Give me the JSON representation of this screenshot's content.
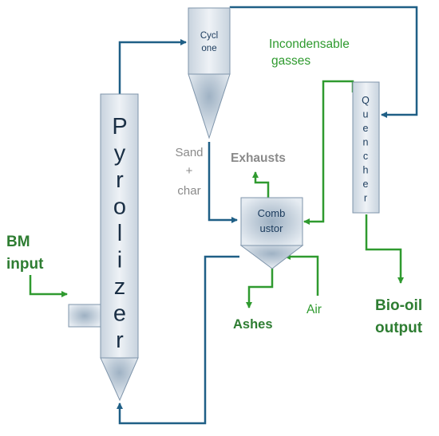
{
  "diagram": {
    "units": {
      "pyrolizer": {
        "label_letters": [
          "P",
          "y",
          "r",
          "o",
          "l",
          "i",
          "z",
          "e",
          "r"
        ]
      },
      "cyclone": {
        "label_lines": [
          "Cycl",
          "one"
        ]
      },
      "quencher": {
        "label_letters": [
          "Q",
          "u",
          "e",
          "n",
          "c",
          "h",
          "e",
          "r"
        ]
      },
      "combustor": {
        "label_lines": [
          "Comb",
          "ustor"
        ]
      }
    },
    "streams": {
      "bm_input": [
        "BM",
        "input"
      ],
      "sand_char": [
        "Sand",
        "+",
        "char"
      ],
      "exhausts": "Exhausts",
      "incondensable_gasses": [
        "Incondensable",
        "gasses"
      ],
      "air": "Air",
      "ashes": "Ashes",
      "bio_oil_output": [
        "Bio-oil",
        "output"
      ]
    },
    "colors": {
      "pipe_blue": "#1f5f86",
      "pipe_green": "#2f9a2f",
      "label_green": "#2e7d32",
      "label_grey": "#8a8a8a",
      "vessel_light": "#dfe6ee",
      "vessel_dark": "#9fb2c4"
    }
  }
}
